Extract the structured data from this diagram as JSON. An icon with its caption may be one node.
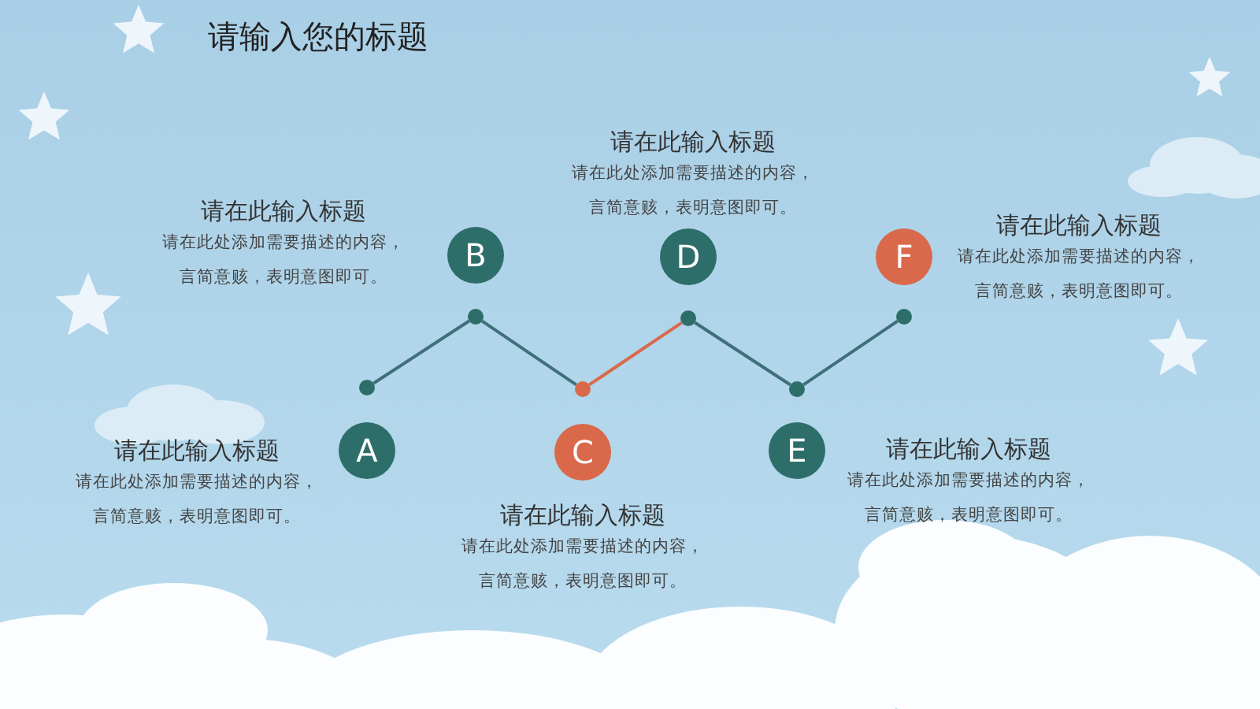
{
  "diagram": {
    "title": "请输入您的标题",
    "nodes": [
      {
        "text": [
          "A"
        ],
        "beside": [
          "请在此输入标题",
          "请在此处添加需要描述的内容，言简意赅，表明意图即可。"
        ]
      },
      {
        "text": [
          "B"
        ],
        "beside": [
          "请在此输入标题",
          "请在此处添加需要描述的内容，言简意赅，表明意图即可。"
        ]
      },
      {
        "text": [
          "C"
        ],
        "beside": [
          "请在此输入标题",
          "请在此处添加需要描述的内容，言简意赅，表明意图即可。"
        ]
      },
      {
        "text": [
          "D"
        ],
        "beside": [
          "请在此输入标题",
          "请在此处添加需要描述的内容，言简意赅，表明意图即可。"
        ]
      },
      {
        "text": [
          "E"
        ],
        "beside": [
          "请在此输入标题",
          "请在此处添加需要描述的内容，言简意赅，表明意图即可。"
        ]
      },
      {
        "text": [
          "F"
        ],
        "beside": [
          "请在此输入标题",
          "请在此处添加需要描述的内容，言简意赅，表明意图即可。"
        ]
      },
      {
        "text": [],
        "shape": "circle"
      },
      {
        "text": [],
        "shape": "circle"
      },
      {
        "text": [],
        "shape": "circle"
      },
      {
        "text": [],
        "shape": "circle"
      },
      {
        "text": [],
        "shape": "circle"
      },
      {
        "text": [],
        "shape": "circle"
      }
    ],
    "edges": [
      {
        "from": 6,
        "to": 7,
        "arrow": "none"
      },
      {
        "from": 7,
        "to": 8,
        "arrow": "none"
      },
      {
        "from": 8,
        "to": 9,
        "arrow": "none",
        "color": "#d9694a"
      },
      {
        "from": 9,
        "to": 10,
        "arrow": "none"
      },
      {
        "from": 10,
        "to": 11,
        "arrow": "none"
      }
    ]
  }
}
